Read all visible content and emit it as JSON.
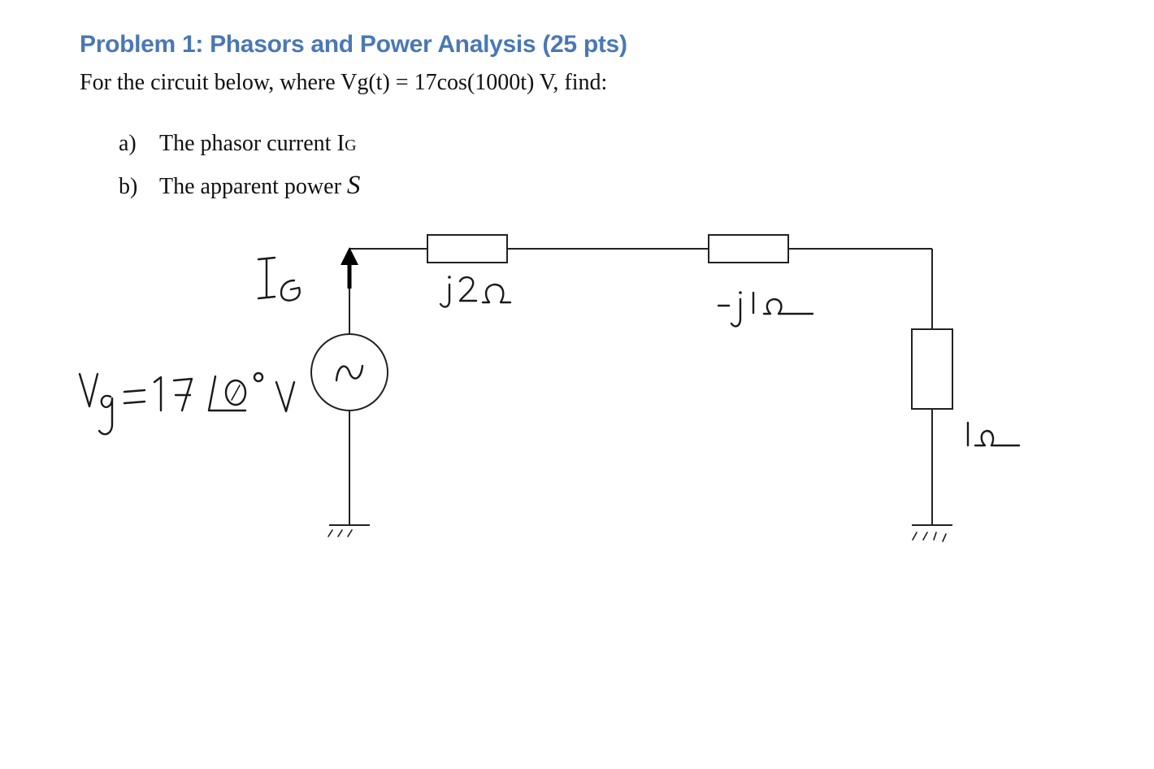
{
  "problem": {
    "title": "Problem 1: Phasors and Power Analysis (25 pts)",
    "intro": "For the circuit below, where Vg(t) = 17cos(1000t) V, find:",
    "items": [
      {
        "marker": "a)",
        "text": "The phasor current ",
        "symbol": "I",
        "subscript": "G"
      },
      {
        "marker": "b)",
        "text": "The apparent power ",
        "symbol": "S"
      }
    ]
  },
  "circuit": {
    "source_label": "Vg = 17 ∠0° V",
    "current_label": "IG",
    "components": [
      {
        "name": "inductor",
        "label": "j2Ω"
      },
      {
        "name": "capacitor",
        "label": "-j1Ω"
      },
      {
        "name": "resistor",
        "label": "1Ω"
      }
    ]
  }
}
